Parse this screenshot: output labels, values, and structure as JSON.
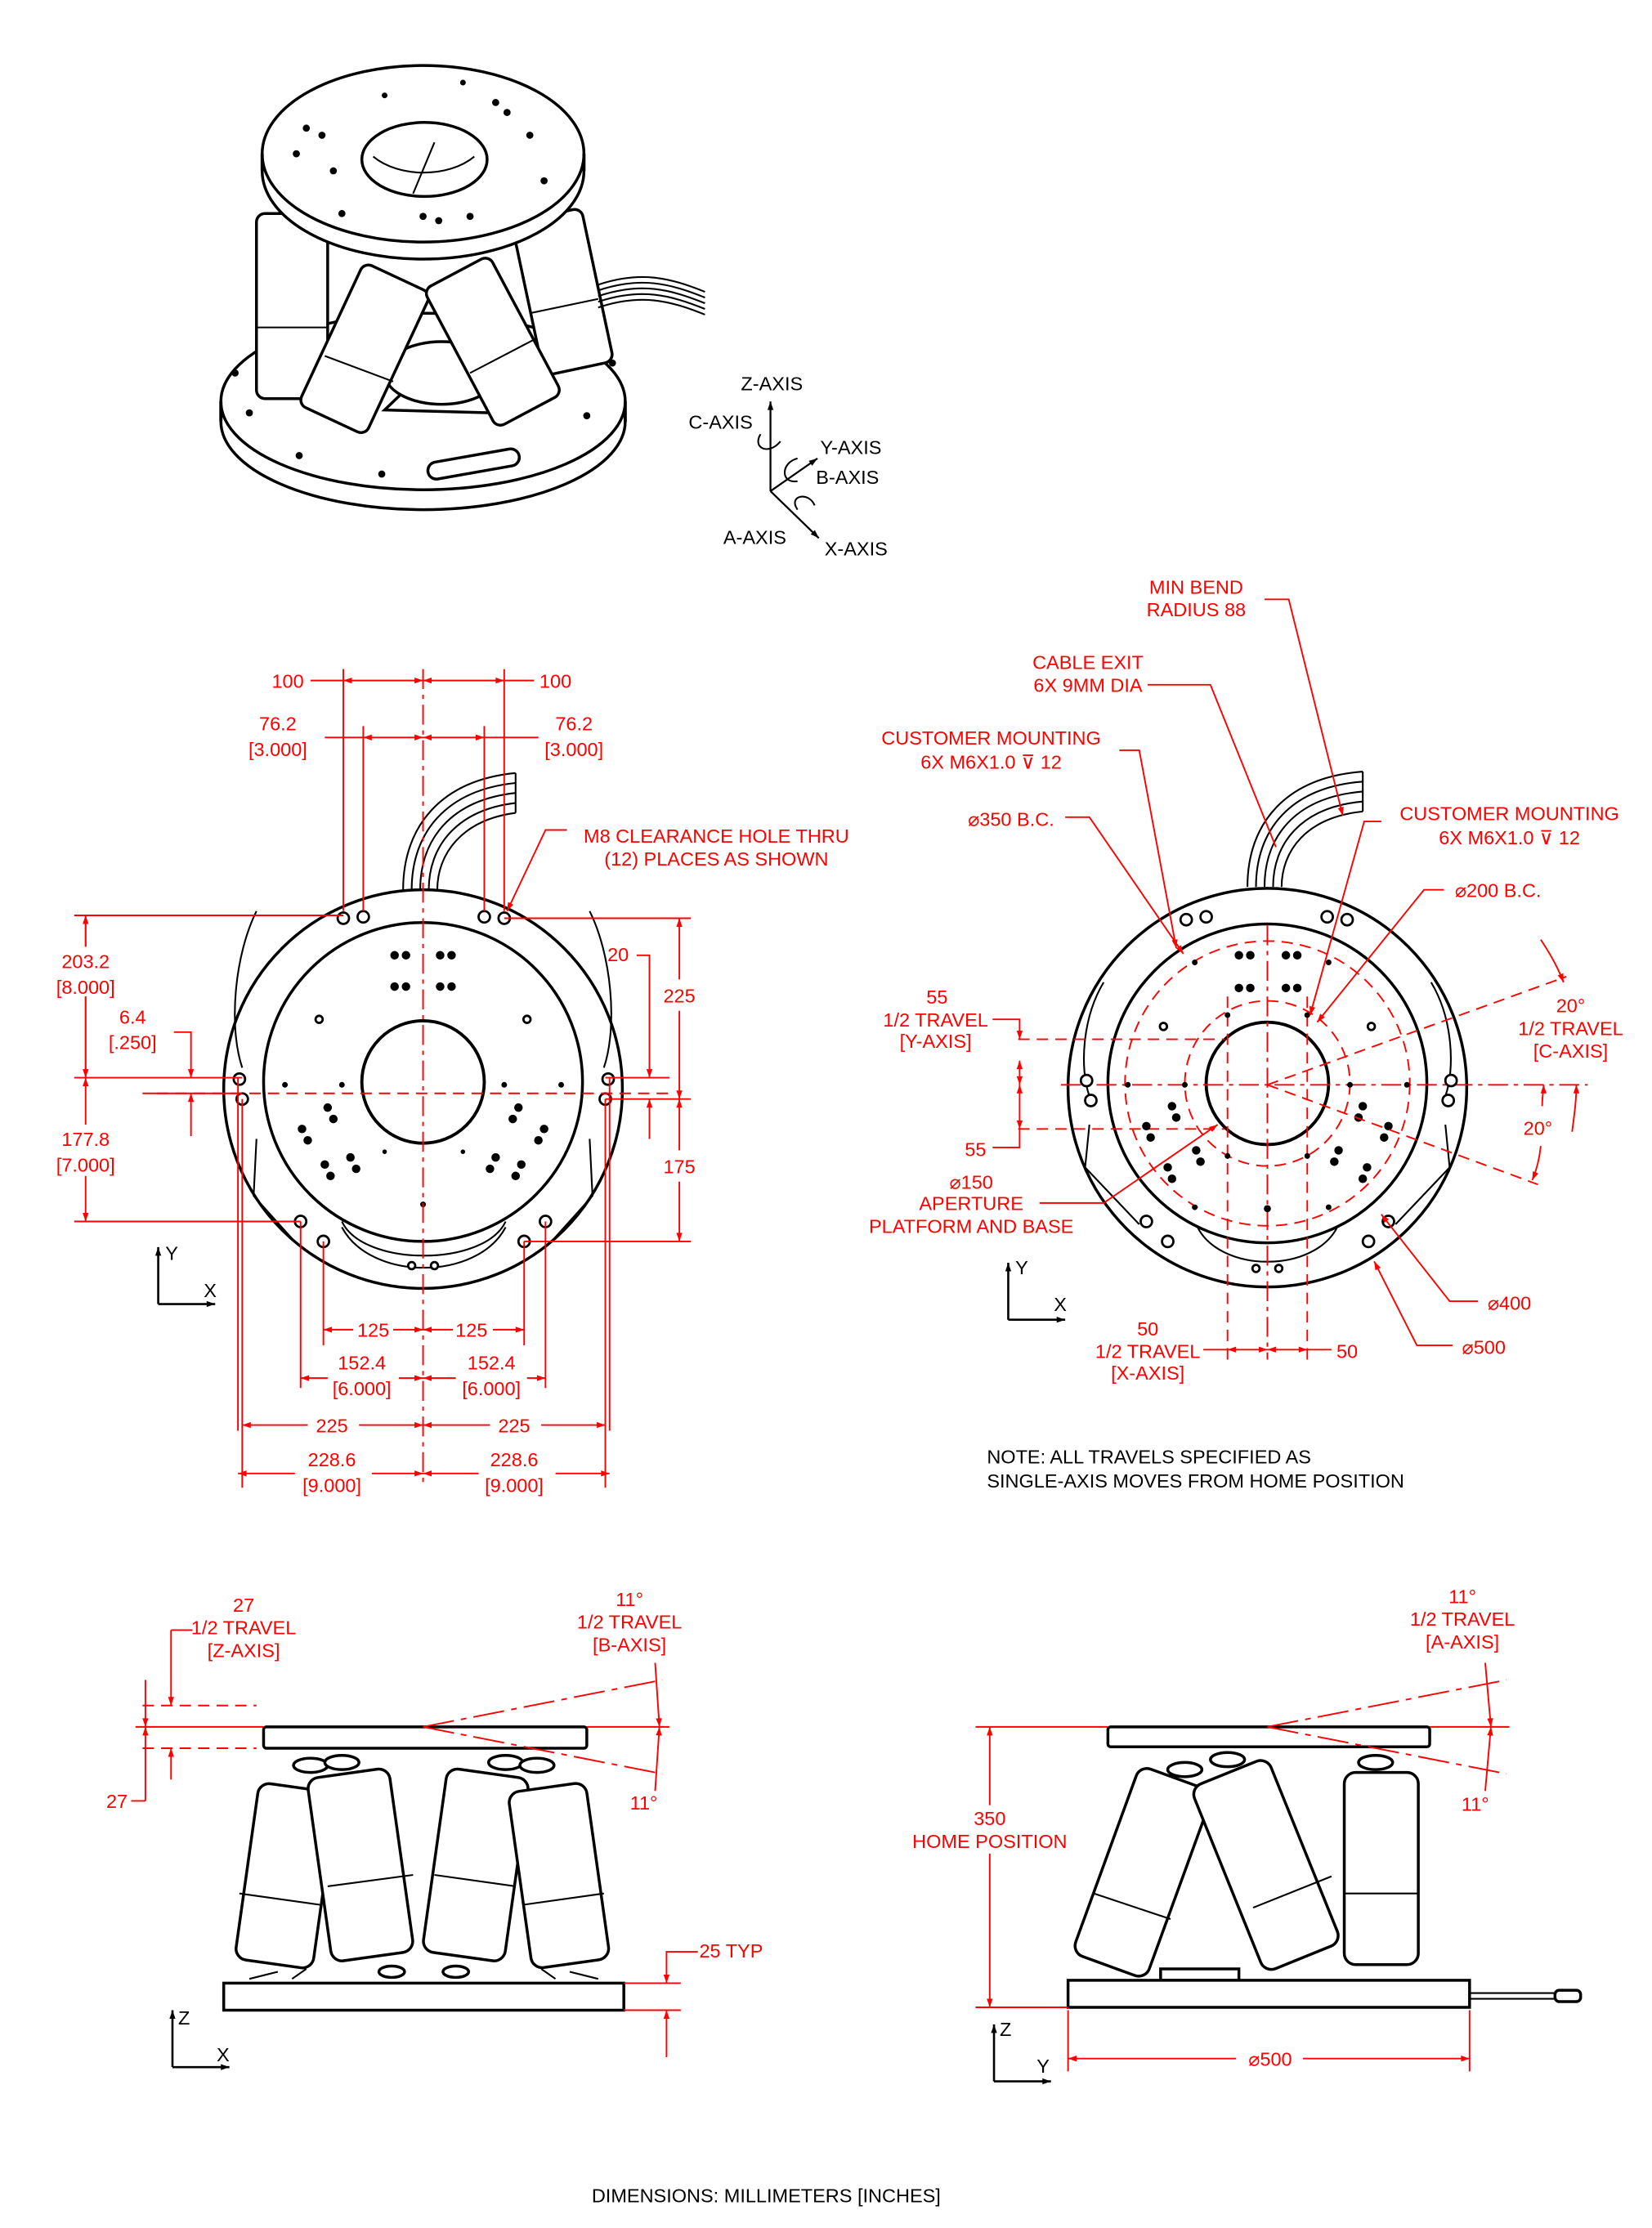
{
  "iso_view": {
    "axes": {
      "z": "Z-AXIS",
      "c": "C-AXIS",
      "y": "Y-AXIS",
      "b": "B-AXIS",
      "a": "A-AXIS",
      "x": "X-AXIS"
    }
  },
  "top_view_left": {
    "dim_100_left": "100",
    "dim_100_right": "100",
    "dim_76_left": "76.2",
    "dim_76_left_in": "[3.000]",
    "dim_76_right": "76.2",
    "dim_76_right_in": "[3.000]",
    "m8_note": [
      "M8 CLEARANCE HOLE THRU",
      "(12) PLACES AS SHOWN"
    ],
    "dim_203": "203.2",
    "dim_203_in": "[8.000]",
    "dim_6_4": "6.4",
    "dim_6_4_in": "[.250]",
    "dim_177": "177.8",
    "dim_177_in": "[7.000]",
    "dim_20": "20",
    "dim_225_v": "225",
    "dim_175": "175",
    "dim_125_left": "125",
    "dim_125_right": "125",
    "dim_152_left": "152.4",
    "dim_152_left_in": "[6.000]",
    "dim_152_right": "152.4",
    "dim_152_right_in": "[6.000]",
    "dim_225_left": "225",
    "dim_225_right": "225",
    "dim_228_left": "228.6",
    "dim_228_left_in": "[9.000]",
    "dim_228_right": "228.6",
    "dim_228_right_in": "[9.000]",
    "axis_y": "Y",
    "axis_x": "X"
  },
  "top_view_right": {
    "min_bend": [
      "MIN BEND",
      "RADIUS 88"
    ],
    "cable_exit": [
      "CABLE EXIT",
      "6X 9MM DIA"
    ],
    "mount_left": [
      "CUSTOMER MOUNTING",
      "6X M6X1.0 ⊽ 12"
    ],
    "bc350": "⌀350 B.C.",
    "mount_right": [
      "CUSTOMER MOUNTING",
      "6X M6X1.0 ⊽ 12"
    ],
    "bc200": "⌀200 B.C.",
    "c_travel": [
      "20°",
      "1/2 TRAVEL",
      "[C-AXIS]"
    ],
    "c_20": "20°",
    "y_travel": [
      "55",
      "1/2 TRAVEL",
      "[Y-AXIS]"
    ],
    "y_55": "55",
    "aperture": [
      "⌀150",
      "APERTURE",
      "PLATFORM AND BASE"
    ],
    "d400": "⌀400",
    "d500": "⌀500",
    "x_travel": [
      "50",
      "1/2 TRAVEL",
      "[X-AXIS]"
    ],
    "x_50": "50",
    "axis_y": "Y",
    "axis_x": "X"
  },
  "note": [
    "NOTE: ALL TRAVELS SPECIFIED AS",
    "SINGLE-AXIS MOVES FROM HOME POSITION"
  ],
  "side_view_left": {
    "z_travel": [
      "27",
      "1/2 TRAVEL",
      "[Z-AXIS]"
    ],
    "z_27": "27",
    "b_travel": [
      "11°",
      "1/2 TRAVEL",
      "[B-AXIS]"
    ],
    "b_11": "11°",
    "typ": "25 TYP",
    "axis_z": "Z",
    "axis_x": "X"
  },
  "side_view_right": {
    "a_travel": [
      "11°",
      "1/2 TRAVEL",
      "[A-AXIS]"
    ],
    "a_11": "11°",
    "home": [
      "350",
      "HOME POSITION"
    ],
    "d500": "⌀500",
    "axis_z": "Z",
    "axis_y": "Y"
  },
  "footer": "DIMENSIONS:  MILLIMETERS [INCHES]"
}
